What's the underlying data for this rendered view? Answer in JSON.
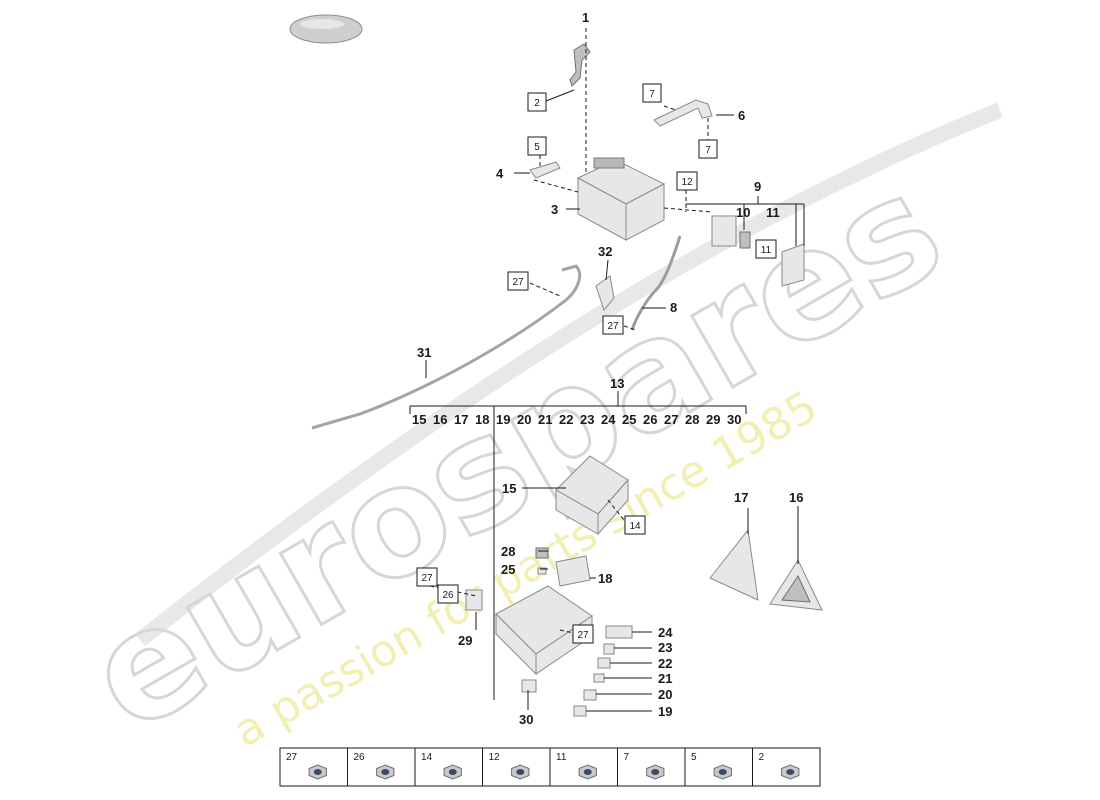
{
  "watermark": {
    "brand": "eurospares",
    "tagline": "a passion for parts since 1985"
  },
  "callouts": [
    {
      "key": "c1",
      "text": "1"
    },
    {
      "key": "c3",
      "text": "3"
    },
    {
      "key": "c4",
      "text": "4"
    },
    {
      "key": "c6",
      "text": "6"
    },
    {
      "key": "c8",
      "text": "8"
    },
    {
      "key": "c9",
      "text": "9"
    },
    {
      "key": "c10",
      "text": "10"
    },
    {
      "key": "c11",
      "text": "11"
    },
    {
      "key": "c13",
      "text": "13"
    },
    {
      "key": "c15",
      "text": "15"
    },
    {
      "key": "c16",
      "text": "16"
    },
    {
      "key": "c17",
      "text": "17"
    },
    {
      "key": "c18",
      "text": "18"
    },
    {
      "key": "c19",
      "text": "19"
    },
    {
      "key": "c20",
      "text": "20"
    },
    {
      "key": "c21",
      "text": "21"
    },
    {
      "key": "c22",
      "text": "22"
    },
    {
      "key": "c23",
      "text": "23"
    },
    {
      "key": "c24",
      "text": "24"
    },
    {
      "key": "c25",
      "text": "25"
    },
    {
      "key": "c28",
      "text": "28"
    },
    {
      "key": "c29",
      "text": "29"
    },
    {
      "key": "c30",
      "text": "30"
    },
    {
      "key": "c31",
      "text": "31"
    },
    {
      "key": "c32",
      "text": "32"
    }
  ],
  "boxed_refs": [
    {
      "key": "b2",
      "text": "2"
    },
    {
      "key": "b5",
      "text": "5"
    },
    {
      "key": "b7a",
      "text": "7"
    },
    {
      "key": "b7b",
      "text": "7"
    },
    {
      "key": "b12",
      "text": "12"
    },
    {
      "key": "b11",
      "text": "11"
    },
    {
      "key": "b27a",
      "text": "27"
    },
    {
      "key": "b27b",
      "text": "27"
    },
    {
      "key": "b14",
      "text": "14"
    },
    {
      "key": "b27c",
      "text": "27"
    },
    {
      "key": "b26",
      "text": "26"
    },
    {
      "key": "b27d",
      "text": "27"
    }
  ],
  "group13_items": [
    "15",
    "16",
    "17",
    "18",
    "19",
    "20",
    "21",
    "22",
    "23",
    "24",
    "25",
    "26",
    "27",
    "28",
    "29",
    "30"
  ],
  "hardware_strip": [
    "27",
    "26",
    "14",
    "12",
    "11",
    "7",
    "5",
    "2"
  ]
}
